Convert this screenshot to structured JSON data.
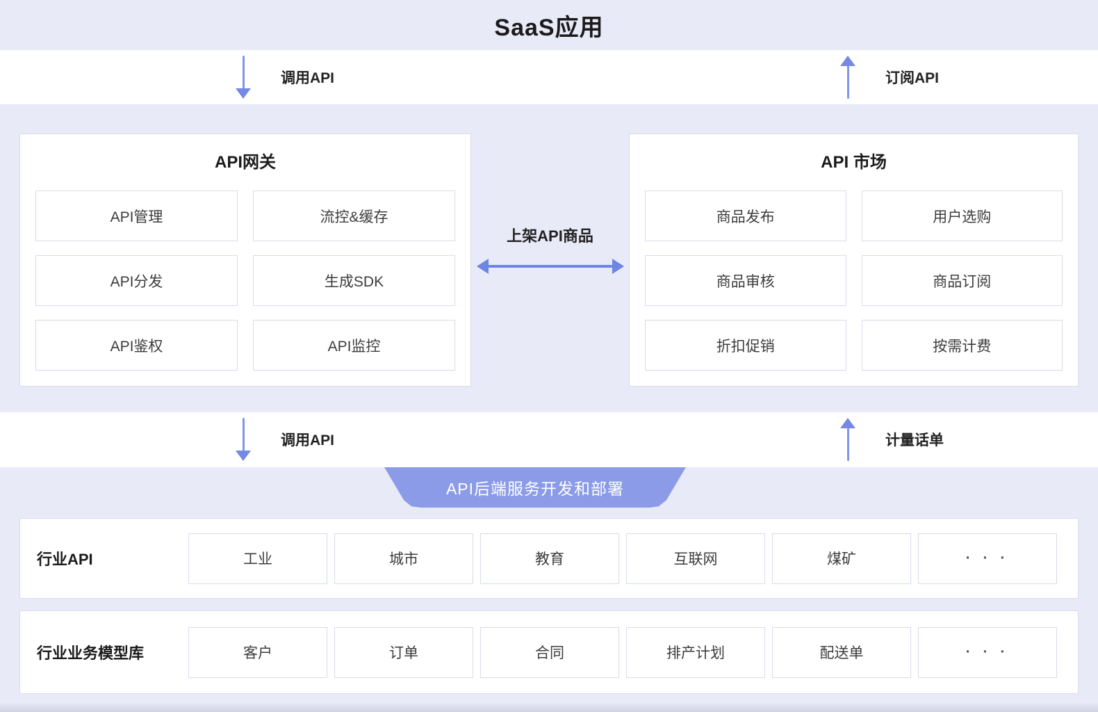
{
  "title": "SaaS应用",
  "colors": {
    "background": "#e9eaf8",
    "band": "#ffffff",
    "box_border": "#d9dcec",
    "arrow": "#7588e4",
    "banner_fill": "#8b9be7",
    "banner_text": "#ffffff",
    "text": "#1b1b1b"
  },
  "top_flows": {
    "left": {
      "label": "调用API",
      "direction": "down"
    },
    "right": {
      "label": "订阅API",
      "direction": "up"
    }
  },
  "gateway": {
    "title": "API网关",
    "items": [
      "API管理",
      "流控&缓存",
      "API分发",
      "生成SDK",
      "API鉴权",
      "API监控"
    ]
  },
  "market": {
    "title": "API 市场",
    "items": [
      "商品发布",
      "用户选购",
      "商品审核",
      "商品订阅",
      "折扣促销",
      "按需计费"
    ]
  },
  "connector": {
    "label": "上架API商品"
  },
  "mid_flows": {
    "left": {
      "label": "调用API",
      "direction": "down"
    },
    "right": {
      "label": "计量话单",
      "direction": "up"
    }
  },
  "banner": {
    "label": "API后端服务开发和部署"
  },
  "rows": [
    {
      "label": "行业API",
      "items": [
        "工业",
        "城市",
        "教育",
        "互联网",
        "煤矿"
      ],
      "more": "· · ·"
    },
    {
      "label": "行业业务模型库",
      "items": [
        "客户",
        "订单",
        "合同",
        "排产计划",
        "配送单"
      ],
      "more": "· · ·"
    }
  ]
}
